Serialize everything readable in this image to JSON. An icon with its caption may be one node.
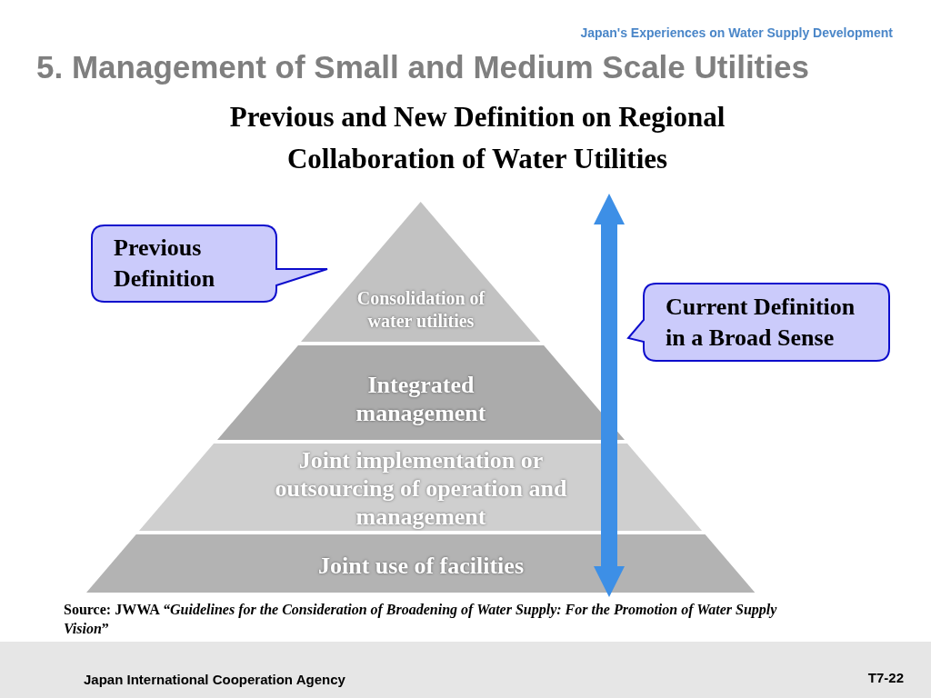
{
  "diagram": {
    "title": "5. Management of Small and Medium Scale Utilities",
    "nodes": [
      {
        "text": [
          "Consolidation of water utilities"
        ]
      },
      {
        "text": [
          "Integrated management"
        ]
      },
      {
        "text": [
          "Joint implementation or outsourcing of operation and management"
        ]
      },
      {
        "text": [
          "Joint use of facilities"
        ]
      },
      {
        "text": [
          "Previous Definition"
        ]
      },
      {
        "text": [
          "Current Definition in a Broad Sense"
        ]
      }
    ],
    "labels": [
      "Japan's Experiences on Water Supply Development",
      "Previous and New Definition on Regional Collaboration of Water Utilities",
      "Source: JWWA *“Guidelines for the Consideration of Broadening of Water Supply: For the Promotion of Water Supply Vision*”",
      "Japan International Cooperation Agency",
      "T7-22"
    ]
  }
}
